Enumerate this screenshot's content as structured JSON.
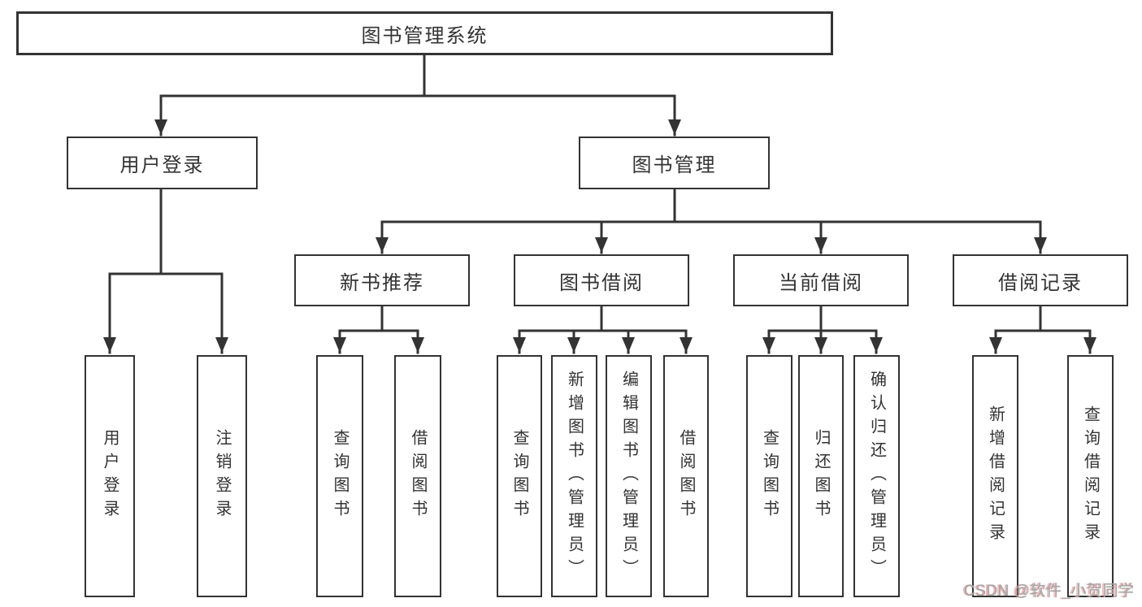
{
  "diagram": {
    "root": {
      "label": "图书管理系统"
    },
    "level2": [
      {
        "label": "用户登录"
      },
      {
        "label": "图书管理"
      }
    ],
    "level3": [
      {
        "label": "新书推荐"
      },
      {
        "label": "图书借阅"
      },
      {
        "label": "当前借阅"
      },
      {
        "label": "借阅记录"
      }
    ],
    "leaves": {
      "login": [
        "用户登录",
        "注销登录"
      ],
      "newbook": [
        "查询图书",
        "借阅图书"
      ],
      "borrow": [
        "查询图书",
        "新增图书（管理员）",
        "编辑图书（管理员）",
        "借阅图书"
      ],
      "current": [
        "查询图书",
        "归还图书",
        "确认归还（管理员）"
      ],
      "records": [
        "新增借阅记录",
        "查询借阅记录"
      ]
    }
  },
  "watermark": {
    "text": "CSDN @软件_小贺同学"
  },
  "colors": {
    "line": "#333333",
    "box_border": "#333333",
    "background": "#ffffff",
    "watermark_gray": "#a6a6a6",
    "watermark_red": "#e26060"
  }
}
